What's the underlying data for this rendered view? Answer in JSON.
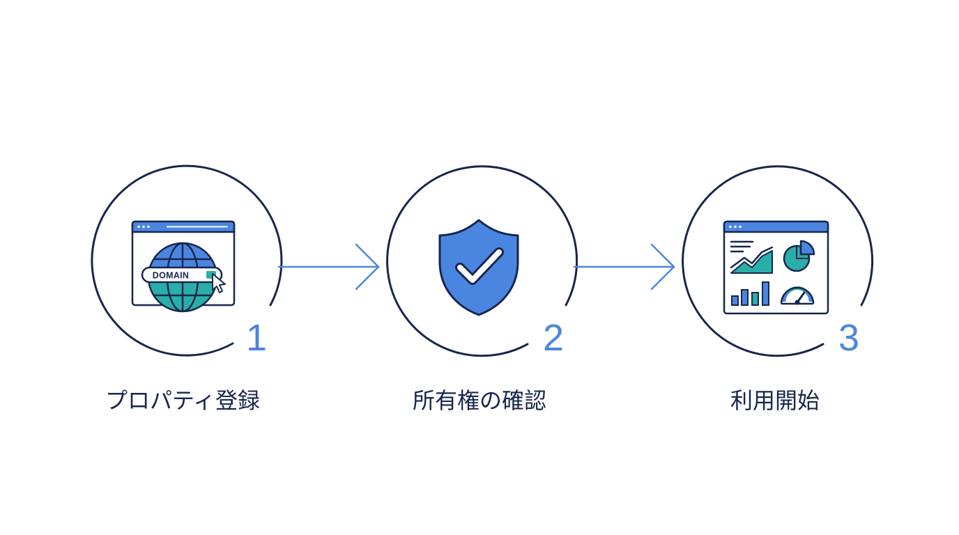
{
  "colors": {
    "navy": "#17264d",
    "blue": "#4a86e0",
    "teal": "#2aaea9",
    "white": "#ffffff"
  },
  "steps": [
    {
      "number": "1",
      "label": "プロパティ登録",
      "icon": "browser-globe-domain-icon",
      "badge_text": "DOMAIN"
    },
    {
      "number": "2",
      "label": "所有権の確認",
      "icon": "shield-check-icon"
    },
    {
      "number": "3",
      "label": "利用開始",
      "icon": "analytics-dashboard-icon"
    }
  ],
  "connectors": [
    "arrow-right-icon",
    "arrow-right-icon"
  ]
}
